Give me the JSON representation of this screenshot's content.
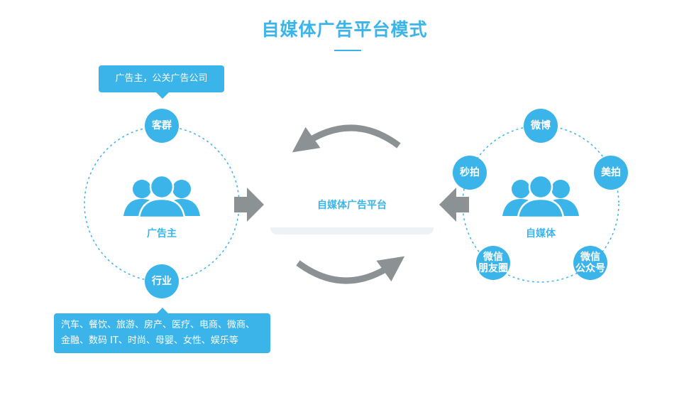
{
  "title": "自媒体广告平台模式",
  "colors": {
    "accent": "#3bb4ea",
    "arrow": "#8c9194",
    "panel": "#f2f5f8"
  },
  "advertiser": {
    "label": "广告主",
    "icon": "people-group-icon",
    "top_node": "客群",
    "bottom_node": "行业",
    "top_bubble": "广告主，公关广告公司",
    "bottom_bubble_lines": [
      "汽车、餐饮、旅游、房产、医疗、电商、微商、",
      "金融、数码 IT、时尚、母婴、女性、娱乐等"
    ]
  },
  "platform": {
    "label": "自媒体广告平台"
  },
  "media": {
    "label": "自媒体",
    "icon": "people-group-icon",
    "nodes": [
      {
        "lines": [
          "微博"
        ]
      },
      {
        "lines": [
          "美拍"
        ]
      },
      {
        "lines": [
          "微信",
          "公众号"
        ]
      },
      {
        "lines": [
          "微信",
          "朋友圈"
        ]
      },
      {
        "lines": [
          "秒拍"
        ]
      }
    ]
  }
}
